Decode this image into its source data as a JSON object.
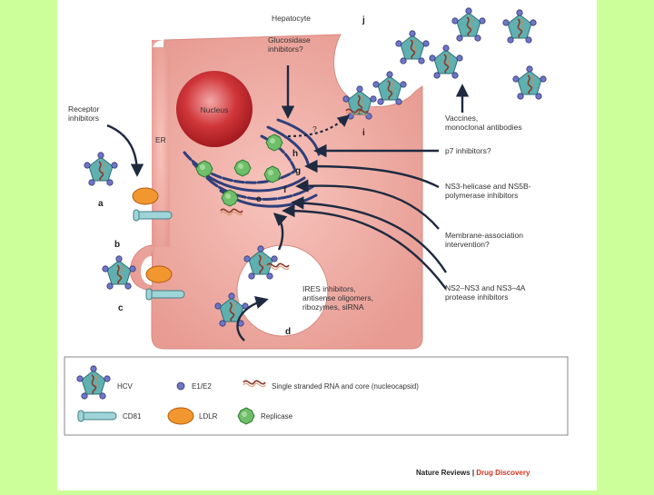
{
  "figure": {
    "hepatocyte": "Hepatocyte",
    "nucleus": "Nucleus",
    "er": "ER",
    "question": "?",
    "glucosidase": [
      "Glucosidase",
      "inhibitors?"
    ],
    "receptor": [
      "Receptor",
      "inhibitors"
    ],
    "vaccines": [
      "Vaccines,",
      "monoclonal antibodies"
    ],
    "p7": "p7 inhibitors?",
    "ns3": [
      "NS3-helicase and NS5B-",
      "polymerase inhibitors"
    ],
    "membrane": [
      "Membrane-association",
      "intervention?"
    ],
    "protease": [
      "NS2–NS3 and NS3–4A",
      "protease inhibitors"
    ],
    "ires": [
      "IRES inhibitors,",
      "antisense oligomers,",
      "ribozymes, siRNA"
    ],
    "letters": {
      "a": "a",
      "b": "b",
      "c": "c",
      "d": "d",
      "e": "e",
      "f": "f",
      "g": "g",
      "h": "h",
      "i": "i",
      "j": "j"
    }
  },
  "legend": {
    "hcv": "HCV",
    "e1e2": "E1/E2",
    "rna": "Single stranded RNA and core (nucleocapsid)",
    "cd81": "CD81",
    "ldlr": "LDLR",
    "replicase": "Replicase"
  },
  "credit": {
    "journal": "Nature Reviews",
    "separator": " | ",
    "section": "Drug Discovery"
  },
  "colors": {
    "cell": "#e8a29a",
    "nucleus": "#c0282c",
    "virus": "#57a6a6",
    "receptor_orange": "#f08f2e",
    "replicase_green": "#6fbf6a"
  }
}
